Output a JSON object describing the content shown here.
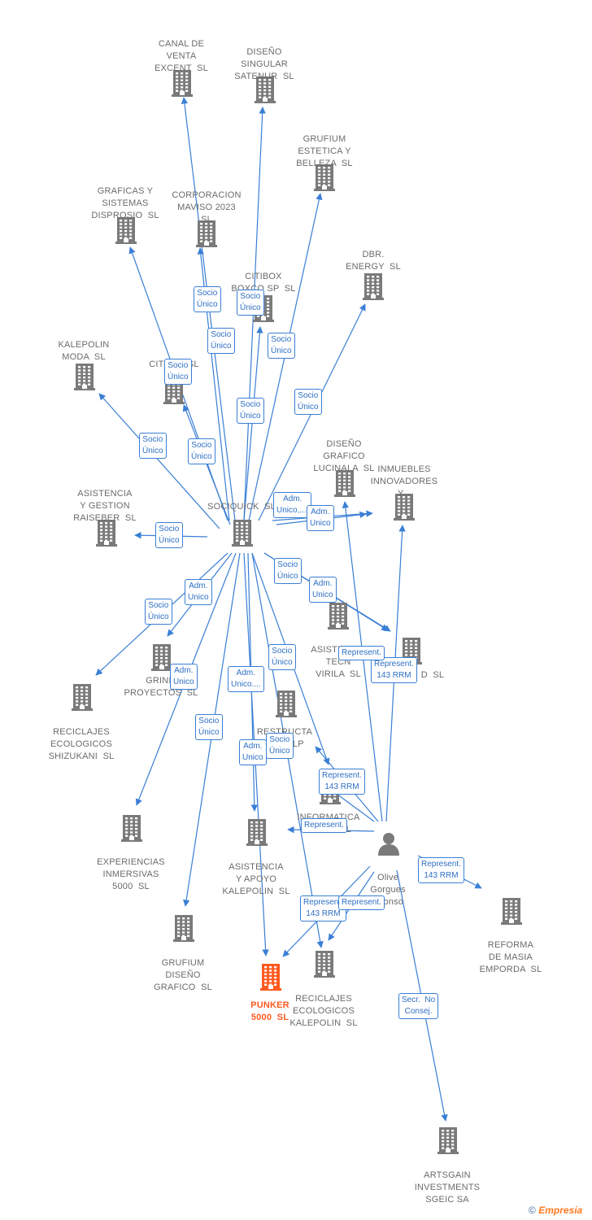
{
  "colors": {
    "node": "#7a7a7a",
    "focus": "#ff5a1f",
    "edge": "#3a7fd5",
    "edge_text": "#2e6fc4"
  },
  "nodes": [
    {
      "id": "canal",
      "label": "CANAL DE\nVENTA\nEXCENT  SL",
      "type": "company"
    },
    {
      "id": "disenosing",
      "label": "DISEÑO\nSINGULAR\nSATENUR  SL",
      "type": "company"
    },
    {
      "id": "grufiumest",
      "label": "GRUFIUM\nESTETICA Y\nBELLEZA  SL",
      "type": "company"
    },
    {
      "id": "graficas",
      "label": "GRAFICAS Y\nSISTEMAS\nDISPROSIO  SL",
      "type": "company"
    },
    {
      "id": "corporacion",
      "label": "CORPORACION\nMAVISO 2023\nSL",
      "type": "company"
    },
    {
      "id": "dbr",
      "label": "DBR.\nENERGY  SL",
      "type": "company"
    },
    {
      "id": "citiboxboxco",
      "label": "CITIBOX\nBOXCO SP  SL",
      "type": "company"
    },
    {
      "id": "kalepolinmoda",
      "label": "KALEPOLIN\nMODA  SL",
      "type": "company"
    },
    {
      "id": "citibo",
      "label": "CITIBO   SL",
      "type": "company"
    },
    {
      "id": "disenograf",
      "label": "DISEÑO\nGRAFICO\nLUCINALA  SL",
      "type": "company"
    },
    {
      "id": "inmuebles",
      "label": "INMUEBLES\nINNOVADORES\nY...",
      "type": "company"
    },
    {
      "id": "asistgestion",
      "label": "ASISTENCIA\nY GESTION\nRAISEBER  SL",
      "type": "company"
    },
    {
      "id": "sociquick",
      "label": "SOCIQUICK  SL",
      "type": "company"
    },
    {
      "id": "asisttec",
      "label": "ASISTENCIA\nTECN\nVIRILA  SL",
      "type": "company"
    },
    {
      "id": "dsl",
      "label": "D  SL",
      "type": "company"
    },
    {
      "id": "grinm",
      "label": "GRINM\nPROYECTOS  SL",
      "type": "company"
    },
    {
      "id": "reciclajesshiz",
      "label": "RECICLAJES\nECOLOGICOS\nSHIZUKANI  SL",
      "type": "company"
    },
    {
      "id": "restructa",
      "label": "RESTRUCTA\n        SLP",
      "type": "company"
    },
    {
      "id": "informatica",
      "label": "INFORMATICA\nVIRILA  SL",
      "type": "company"
    },
    {
      "id": "experiencias",
      "label": "EXPERIENCIAS\nINMERSIVAS\n5000  SL",
      "type": "company"
    },
    {
      "id": "asistapoyo",
      "label": "ASISTENCIA\nY APOYO\nKALEPOLIN  SL",
      "type": "company"
    },
    {
      "id": "olive",
      "label": "Olive\nGorgues\nAlfonso",
      "type": "person"
    },
    {
      "id": "reforma",
      "label": "REFORMA\nDE MASIA\nEMPORDA  SL",
      "type": "company"
    },
    {
      "id": "grufiumdis",
      "label": "GRUFIUM\nDISEÑO\nGRAFICO  SL",
      "type": "company"
    },
    {
      "id": "punker",
      "label": "PUNKER\n5000  SL",
      "type": "focus"
    },
    {
      "id": "reciclajeskal",
      "label": "RECICLAJES\nECOLOGICOS\nKALEPOLIN  SL",
      "type": "company"
    },
    {
      "id": "artsgain",
      "label": "ARTSGAIN\nINVESTMENTS\nSGEIC SA",
      "type": "company"
    }
  ],
  "edges": [
    {
      "from": "sociquick",
      "to": "canal",
      "label": "Socio\nÚnico"
    },
    {
      "from": "sociquick",
      "to": "disenosing",
      "label": "Socio\nÚnico"
    },
    {
      "from": "sociquick",
      "to": "grufiumest",
      "label": "Socio\nÚnico"
    },
    {
      "from": "sociquick",
      "to": "graficas",
      "label": "Socio\nÚnico"
    },
    {
      "from": "sociquick",
      "to": "corporacion",
      "label": "Socio\nÚnico"
    },
    {
      "from": "sociquick",
      "to": "dbr",
      "label": "Socio\nÚnico"
    },
    {
      "from": "sociquick",
      "to": "citiboxboxco",
      "label": "Socio\nÚnico"
    },
    {
      "from": "sociquick",
      "to": "kalepolinmoda",
      "label": "Socio\nÚnico"
    },
    {
      "from": "sociquick",
      "to": "citibo",
      "label": "Socio\nÚnico"
    },
    {
      "from": "sociquick",
      "to": "inmuebles",
      "label": "Adm.\nUnico,...."
    },
    {
      "from": "sociquick",
      "to": "inmuebles",
      "label": "Adm.\nUnico"
    },
    {
      "from": "sociquick",
      "to": "asistgestion",
      "label": "Socio\nÚnico"
    },
    {
      "from": "sociquick",
      "to": "asisttec",
      "label": "Socio\nÚnico"
    },
    {
      "from": "sociquick",
      "to": "dsl",
      "label": "Adm.\nUnico"
    },
    {
      "from": "sociquick",
      "to": "grinm",
      "label": "Adm.\nUnico"
    },
    {
      "from": "sociquick",
      "to": "reciclajesshiz",
      "label": "Socio\nÚnico"
    },
    {
      "from": "sociquick",
      "to": "experiencias",
      "label": "Adm.\nUnico"
    },
    {
      "from": "sociquick",
      "to": "informatica",
      "label": "Socio\nÚnico"
    },
    {
      "from": "sociquick",
      "to": "asistapoyo",
      "label": "Adm.\nUnico...."
    },
    {
      "from": "sociquick",
      "to": "grufiumdis",
      "label": "Socio\nÚnico"
    },
    {
      "from": "sociquick",
      "to": "punker",
      "label": "Adm.\nUnico"
    },
    {
      "from": "sociquick",
      "to": "reciclajeskal",
      "label": "Socio\nÚnico"
    },
    {
      "from": "olive",
      "to": "disenograf",
      "label": ""
    },
    {
      "from": "olive",
      "to": "inmuebles",
      "label": "Represent.\n143 RRM"
    },
    {
      "from": "olive",
      "to": "dsl",
      "label": "Represent."
    },
    {
      "from": "olive",
      "to": "informatica",
      "label": "Represent.\n143 RRM"
    },
    {
      "from": "olive",
      "to": "asistapoyo",
      "label": "Represent."
    },
    {
      "from": "olive",
      "to": "reforma",
      "label": "Represent.\n143 RRM"
    },
    {
      "from": "olive",
      "to": "punker",
      "label": "Represent.\n143 RRM"
    },
    {
      "from": "olive",
      "to": "reciclajeskal",
      "label": "Represent."
    },
    {
      "from": "olive",
      "to": "artsgain",
      "label": "Secr.  No\nConsej."
    }
  ],
  "credit": {
    "symbol": "©",
    "brand": "Empresia"
  }
}
